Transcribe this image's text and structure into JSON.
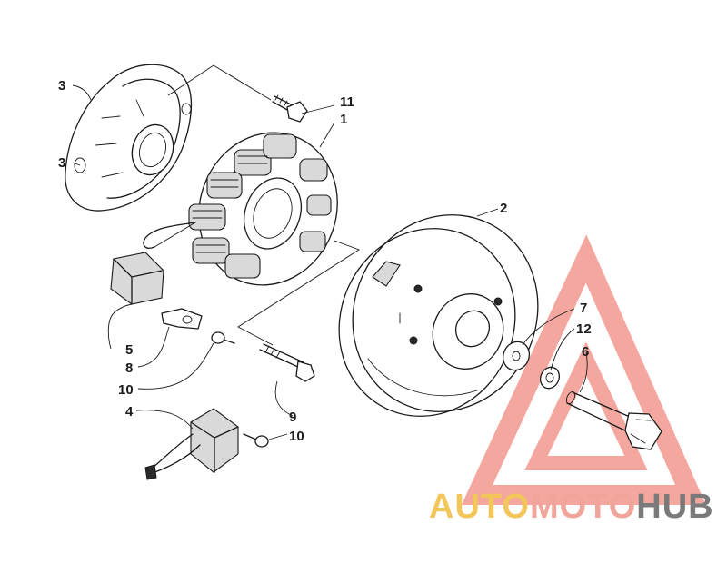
{
  "callouts": {
    "c1": "1",
    "c2": "2",
    "c3": "3",
    "c4": "4",
    "c5": "5",
    "c6": "6",
    "c7": "7",
    "c8": "8",
    "c9": "9",
    "c10a": "10",
    "c10b": "10",
    "c11": "11",
    "c12": "12"
  },
  "watermark": {
    "part1": "AUTO",
    "part2": "MOTO",
    "part3": "HUB",
    "color_auto": "#f2c65a",
    "color_moto": "#f0a49a",
    "color_hub": "#7a7a7a",
    "logo_color": "#f08a80"
  }
}
